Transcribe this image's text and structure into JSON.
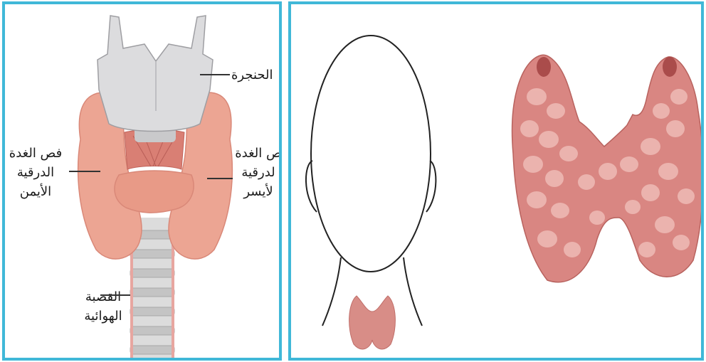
{
  "left_panel": {
    "labels": {
      "larynx": "الحنجرة",
      "right_lobe": [
        "فص الغدة",
        "الدرقية",
        "الأيمن"
      ],
      "left_lobe": [
        "ص الغدة",
        "لدرقية",
        "لأيسر"
      ],
      "trachea": [
        "القصبة",
        "الهوائية"
      ]
    }
  },
  "colors": {
    "frame": "#40b8d8",
    "gland": "#e8a08c",
    "cartilage": "#d9d9db"
  }
}
